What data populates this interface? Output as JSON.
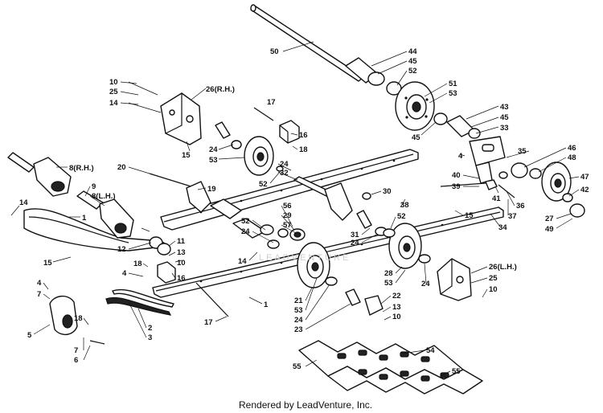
{
  "footer": "Rendered by LeadVenture, Inc.",
  "watermark": "LEADVENTURE",
  "callouts": [
    {
      "id": "c50",
      "text": "50"
    },
    {
      "id": "c44",
      "text": "44"
    },
    {
      "id": "c45a",
      "text": "45"
    },
    {
      "id": "c52a",
      "text": "52"
    },
    {
      "id": "c51",
      "text": "51"
    },
    {
      "id": "c53a",
      "text": "53"
    },
    {
      "id": "c43",
      "text": "43"
    },
    {
      "id": "c45b",
      "text": "45"
    },
    {
      "id": "c33",
      "text": "33"
    },
    {
      "id": "c45c",
      "text": "45"
    },
    {
      "id": "c10a",
      "text": "10"
    },
    {
      "id": "c25a",
      "text": "25"
    },
    {
      "id": "c14a",
      "text": "14"
    },
    {
      "id": "c26rh",
      "text": "26(R.H.)"
    },
    {
      "id": "c17a",
      "text": "17"
    },
    {
      "id": "c16a",
      "text": "16"
    },
    {
      "id": "c18a",
      "text": "18"
    },
    {
      "id": "c15a",
      "text": "15"
    },
    {
      "id": "c24a",
      "text": "24"
    },
    {
      "id": "c53b",
      "text": "53"
    },
    {
      "id": "c24b",
      "text": "24"
    },
    {
      "id": "c32",
      "text": "32"
    },
    {
      "id": "c52b",
      "text": "52"
    },
    {
      "id": "c8rh",
      "text": "8(R.H.)"
    },
    {
      "id": "c20",
      "text": "20"
    },
    {
      "id": "c19",
      "text": "19"
    },
    {
      "id": "c9",
      "text": "9"
    },
    {
      "id": "c8lh",
      "text": "8(L.H.)"
    },
    {
      "id": "c14b",
      "text": "14"
    },
    {
      "id": "c1a",
      "text": "1"
    },
    {
      "id": "c15b",
      "text": "15"
    },
    {
      "id": "c12",
      "text": "12"
    },
    {
      "id": "c11",
      "text": "11"
    },
    {
      "id": "c13a",
      "text": "13"
    },
    {
      "id": "c10b",
      "text": "10"
    },
    {
      "id": "c52c",
      "text": "52"
    },
    {
      "id": "c24c",
      "text": "24"
    },
    {
      "id": "c14c",
      "text": "14"
    },
    {
      "id": "c56",
      "text": "56"
    },
    {
      "id": "c29",
      "text": "29"
    },
    {
      "id": "c57",
      "text": "57"
    },
    {
      "id": "c30",
      "text": "30"
    },
    {
      "id": "c31",
      "text": "31"
    },
    {
      "id": "c24d",
      "text": "24"
    },
    {
      "id": "c38",
      "text": "38"
    },
    {
      "id": "c52d",
      "text": "52"
    },
    {
      "id": "c15c",
      "text": "15"
    },
    {
      "id": "c4a",
      "text": "4"
    },
    {
      "id": "c40",
      "text": "40"
    },
    {
      "id": "c39",
      "text": "39"
    },
    {
      "id": "c41",
      "text": "41"
    },
    {
      "id": "c35",
      "text": "35"
    },
    {
      "id": "c46",
      "text": "46"
    },
    {
      "id": "c48",
      "text": "48"
    },
    {
      "id": "c47",
      "text": "47"
    },
    {
      "id": "c42",
      "text": "42"
    },
    {
      "id": "c27",
      "text": "27"
    },
    {
      "id": "c49",
      "text": "49"
    },
    {
      "id": "c36",
      "text": "36"
    },
    {
      "id": "c37",
      "text": "37"
    },
    {
      "id": "c34",
      "text": "34"
    },
    {
      "id": "c18b",
      "text": "18"
    },
    {
      "id": "c4b",
      "text": "4"
    },
    {
      "id": "c16b",
      "text": "16"
    },
    {
      "id": "c4c",
      "text": "4"
    },
    {
      "id": "c7a",
      "text": "7"
    },
    {
      "id": "c5",
      "text": "5"
    },
    {
      "id": "c18c",
      "text": "18"
    },
    {
      "id": "c7b",
      "text": "7"
    },
    {
      "id": "c6",
      "text": "6"
    },
    {
      "id": "c2",
      "text": "2"
    },
    {
      "id": "c3",
      "text": "3"
    },
    {
      "id": "c17b",
      "text": "17"
    },
    {
      "id": "c1b",
      "text": "1"
    },
    {
      "id": "c21",
      "text": "21"
    },
    {
      "id": "c53c",
      "text": "53"
    },
    {
      "id": "c24e",
      "text": "24"
    },
    {
      "id": "c23",
      "text": "23"
    },
    {
      "id": "c22",
      "text": "22"
    },
    {
      "id": "c13b",
      "text": "13"
    },
    {
      "id": "c10c",
      "text": "10"
    },
    {
      "id": "c28",
      "text": "28"
    },
    {
      "id": "c53d",
      "text": "53"
    },
    {
      "id": "c24f",
      "text": "24"
    },
    {
      "id": "c26lh",
      "text": "26(L.H.)"
    },
    {
      "id": "c25b",
      "text": "25"
    },
    {
      "id": "c10d",
      "text": "10"
    },
    {
      "id": "c54",
      "text": "54"
    },
    {
      "id": "c55a",
      "text": "55"
    },
    {
      "id": "c55b",
      "text": "55"
    }
  ]
}
